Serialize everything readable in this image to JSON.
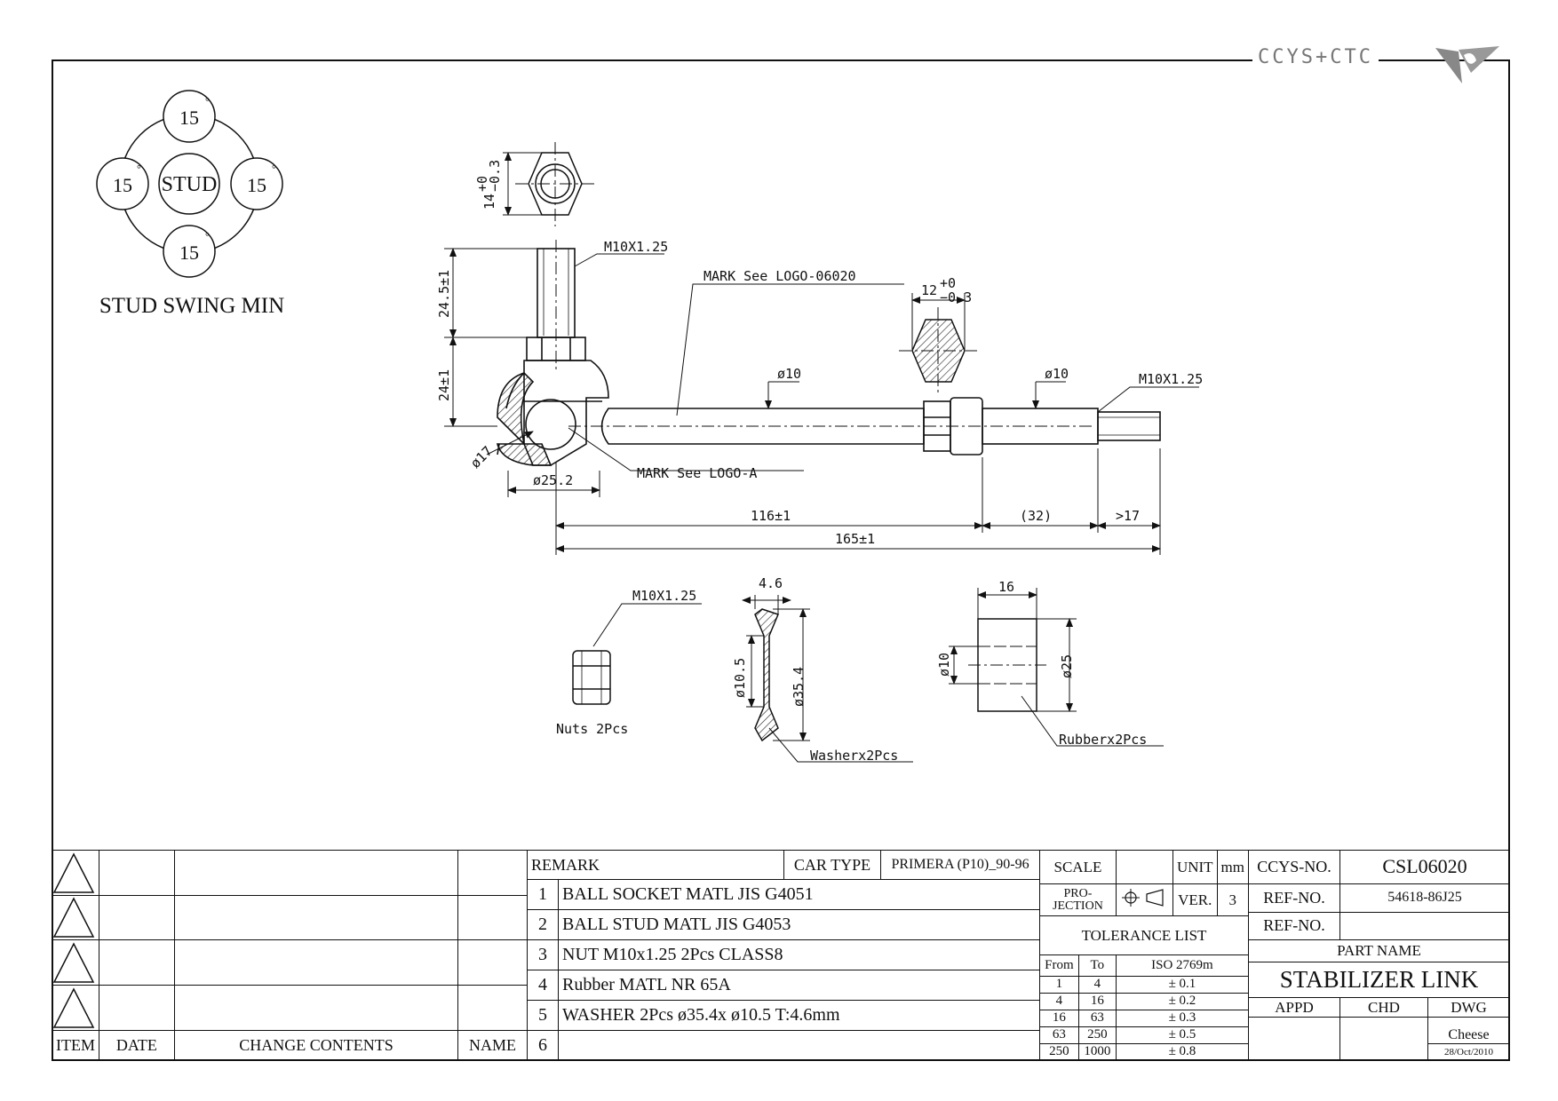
{
  "logo": {
    "text": "CCYS+CTC"
  },
  "swing": {
    "center": "STUD",
    "angles": [
      "15",
      "15",
      "15",
      "15"
    ],
    "degree_mark": "°",
    "title": "STUD SWING MIN"
  },
  "annotations": {
    "hex_top_dim": "14",
    "hex_top_tol_plus": "+0",
    "hex_top_tol_minus": "−0.3",
    "thread_stud": "M10X1.25",
    "mark_logo_06020": "MARK See LOGO-06020",
    "mark_logo_a": "MARK See LOGO-A",
    "hex_mid_dim": "12",
    "hex_mid_tol_plus": "+0",
    "hex_mid_tol_minus": "−0.3",
    "dia10_a": "ø10",
    "dia10_b": "ø10",
    "thread_end": "M10X1.25",
    "stud_len": "24.5±1",
    "ball_h": "24±1",
    "dia17": "ø17",
    "dia25_2": "ø25.2",
    "len116": "116±1",
    "len32": "(32)",
    "len17": ">17",
    "len165": "165±1",
    "nut_thread": "M10X1.25",
    "nut_label": "Nuts 2Pcs",
    "washer_t": "4.6",
    "washer_in": "ø10.5",
    "washer_out": "ø35.4",
    "washer_label": "Washerx2Pcs",
    "rubber_len": "16",
    "rubber_in": "ø10",
    "rubber_out": "ø25",
    "rubber_label": "Rubberx2Pcs"
  },
  "change_block": {
    "headers": [
      "ITEM",
      "DATE",
      "CHANGE CONTENTS",
      "NAME"
    ]
  },
  "remark_block": {
    "remark_label": "REMARK",
    "car_type_label": "CAR TYPE",
    "car_type_value": "PRIMERA (P10)_90-96",
    "rows": [
      {
        "n": "1",
        "text": "BALL SOCKET MATL JIS G4051"
      },
      {
        "n": "2",
        "text": "BALL STUD MATL JIS G4053"
      },
      {
        "n": "3",
        "text": "NUT M10x1.25 2Pcs CLASS8"
      },
      {
        "n": "4",
        "text": "Rubber MATL NR 65A"
      },
      {
        "n": "5",
        "text": "WASHER 2Pcs ø35.4x ø10.5 T:4.6mm"
      },
      {
        "n": "6",
        "text": ""
      }
    ]
  },
  "tolerance_block": {
    "scale_label": "SCALE",
    "unit_label": "UNIT",
    "unit_value": "mm",
    "projection_label": "PRO-\nJECTION",
    "ver_label": "VER.",
    "ver_value": "3",
    "tolerance_title": "TOLERANCE LIST",
    "headers": [
      "From",
      "To",
      "ISO 2769m"
    ],
    "rows": [
      {
        "from": "1",
        "to": "4",
        "tol": "± 0.1"
      },
      {
        "from": "4",
        "to": "16",
        "tol": "± 0.2"
      },
      {
        "from": "16",
        "to": "63",
        "tol": "± 0.3"
      },
      {
        "from": "63",
        "to": "250",
        "tol": "± 0.5"
      },
      {
        "from": "250",
        "to": "1000",
        "tol": "± 0.8"
      }
    ]
  },
  "id_block": {
    "ccys_label": "CCYS-NO.",
    "ccys_value": "CSL06020",
    "ref1_label": "REF-NO.",
    "ref1_value": "54618-86J25",
    "ref2_label": "REF-NO.",
    "ref2_value": "",
    "part_name_label": "PART NAME",
    "part_name_value": "STABILIZER LINK",
    "appd_label": "APPD",
    "chd_label": "CHD",
    "dwg_label": "DWG",
    "dwg_name": "Cheese",
    "dwg_date": "28/Oct/2010"
  }
}
